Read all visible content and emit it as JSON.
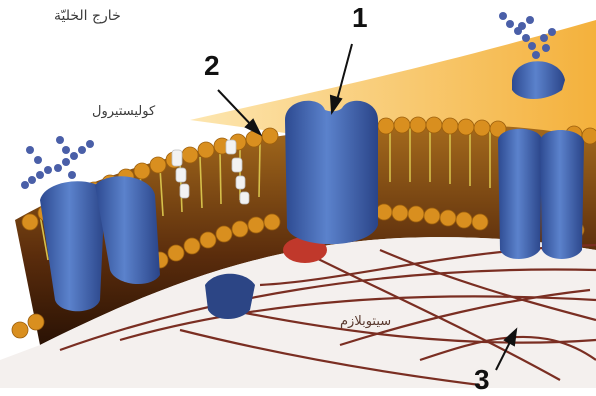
{
  "labels": {
    "outside_cell": "خارج الخليّة",
    "cholesterol": "كوليستيرول",
    "cytoplasm": "سيتوبلازم"
  },
  "markers": [
    "1",
    "2",
    "3"
  ],
  "colors": {
    "membrane_orange": "#f2b44a",
    "phospholipid_head": "#d98f1f",
    "protein_blue": "#3d5fa8",
    "sugar_chain": "#4a5fa8",
    "filament_red": "#7a2e22",
    "cholesterol_white": "#f2f2f2"
  }
}
